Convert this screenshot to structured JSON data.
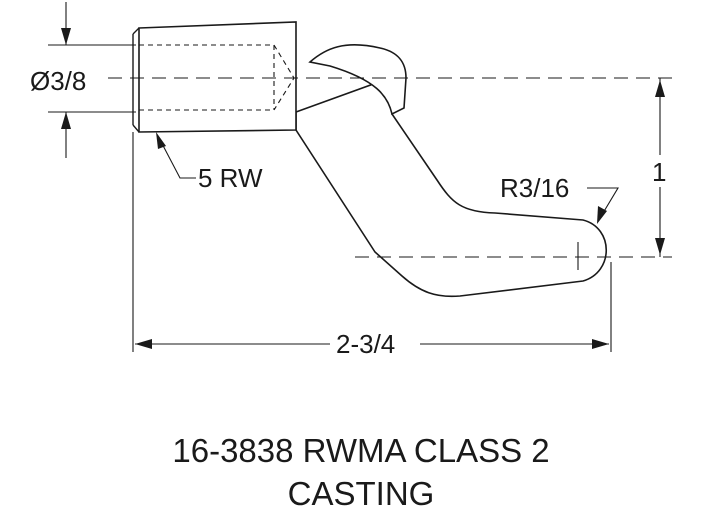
{
  "dimensions": {
    "bore_diameter": "Ø3/8",
    "taper": "5 RW",
    "radius": "R3/16",
    "offset": "1",
    "length": "2-3/4"
  },
  "caption": {
    "line1": "16-3838 RWMA CLASS 2",
    "line2": "CASTING"
  }
}
